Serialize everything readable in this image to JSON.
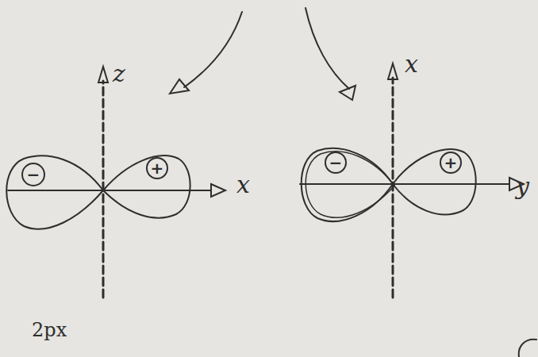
{
  "diagram": {
    "nodes": [
      {
        "text": [
          "−"
        ]
      },
      {
        "text": [
          "+"
        ]
      },
      {
        "text": [
          "−"
        ]
      },
      {
        "text": [
          "+"
        ]
      }
    ],
    "labels": [
      "z",
      "x",
      "x",
      "y",
      "2px"
    ]
  }
}
